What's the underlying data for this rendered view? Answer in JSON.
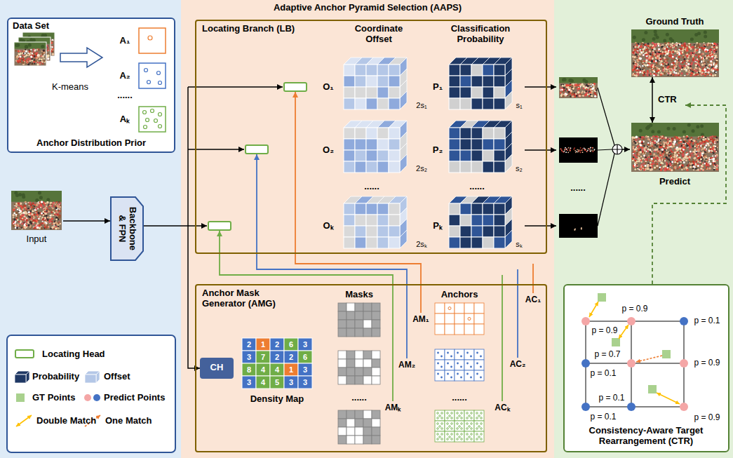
{
  "diagram": {
    "nodes": [
      {
        "text": [
          "Data Set",
          "K-means",
          "Anchor Distribution Prior"
        ]
      },
      {
        "text": [
          "Input"
        ]
      },
      {
        "text": [
          "Backbone & FPN"
        ]
      },
      {
        "text": [
          "Adaptive Anchor Pyramid Selection (AAPS)"
        ]
      },
      {
        "text": [
          "Locating Branch (LB)",
          "Coordinate Offset",
          "Classification Probability"
        ],
        "in": 3
      },
      {
        "text": [
          "Anchor Mask Generator (AMG)",
          "Masks",
          "Anchors"
        ],
        "in": 3
      },
      {
        "text": [
          "CH"
        ],
        "in": 5
      },
      {
        "text": [
          "Ground Truth"
        ]
      },
      {
        "text": [
          "Predict"
        ]
      },
      {
        "text": [
          "Consistency-Aware Target Rearrangement (CTR)"
        ]
      }
    ],
    "edges": [
      {
        "from": 1,
        "to": 2,
        "arrow": "to"
      },
      {
        "from": 2,
        "to": 6,
        "arrow": "to"
      },
      {
        "from": 7,
        "to": 8,
        "label": "CTR",
        "arrow": "both"
      }
    ],
    "labels": [
      "A₁",
      "A₂",
      "......",
      "Aₖ",
      "O₁",
      "2s₁",
      "P₁",
      "s₁",
      "O₂",
      "2s₂",
      "P₂",
      "s₂",
      "......",
      "......",
      "Oₖ",
      "2sₖ",
      "Pₖ",
      "sₖ",
      "2",
      "1",
      "2",
      "6",
      "3",
      "3",
      "7",
      "2",
      "2",
      "6",
      "8",
      "4",
      "4",
      "1",
      "3",
      "3",
      "4",
      "5",
      "3",
      "3",
      "Density Map",
      "AM₁",
      "AC₁",
      "AM₂",
      "AC₂",
      "......",
      "......",
      "AMₖ",
      "ACₖ",
      "......",
      "p = 0.9",
      "p = 0.9",
      "p = 0.1",
      "p = 0.7",
      "p = 0.1",
      "p = 0.9",
      "p = 0.1",
      "p = 0.1",
      "p = 0.9"
    ],
    "legend": [
      {
        "text": "Locating Head"
      },
      {
        "text": "Probability",
        "color": "#1f3864"
      },
      {
        "text": "Offset",
        "color": "#b4c7e7"
      },
      {
        "text": "GT Points",
        "color": "#a9d18e"
      },
      {
        "text": "Predict Points"
      },
      {
        "text": "Double Match"
      },
      {
        "text": "One Match"
      }
    ]
  }
}
